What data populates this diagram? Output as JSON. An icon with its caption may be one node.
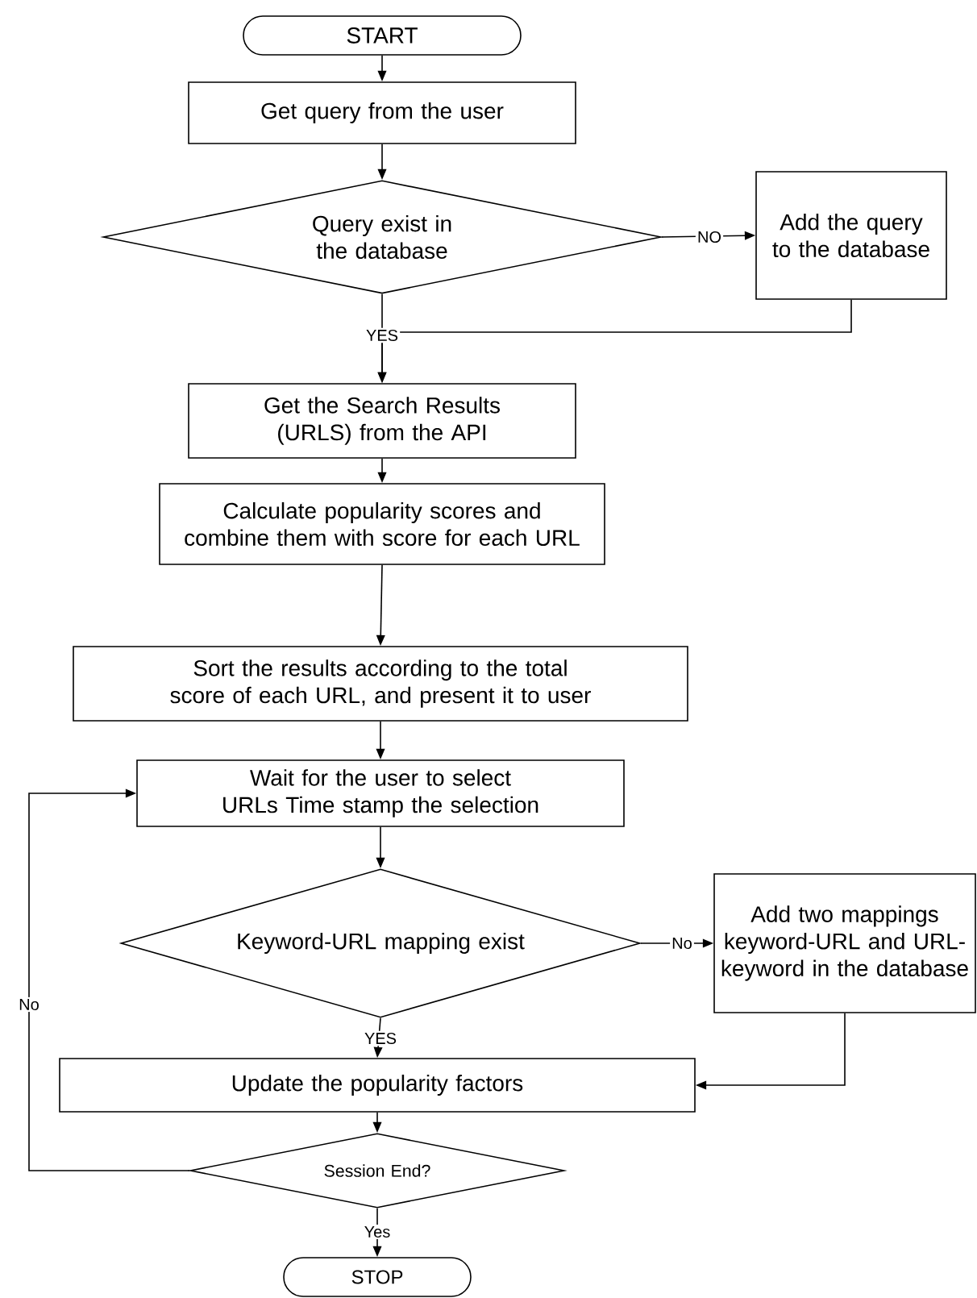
{
  "diagram": {
    "nodes": [
      {
        "text": [
          "START"
        ]
      },
      {
        "text": [
          "Get query from the user"
        ]
      },
      {
        "text": [
          "Query exist in the database"
        ]
      },
      {
        "text": [
          "Add the query to the database"
        ]
      },
      {
        "text": [
          "Get the Search Results (URLS) from the API"
        ]
      },
      {
        "text": [
          "Calculate popularity scores and combine them with score for each URL"
        ]
      },
      {
        "text": [
          "Sort the results according to the total score of each URL, and present it to user"
        ]
      },
      {
        "text": [
          "Wait for the user to select URLs Time stamp the selection"
        ]
      },
      {
        "text": [
          "Keyword-URL mapping exist"
        ]
      },
      {
        "text": [
          "Add two mappings keyword-URL and URL-keyword in the database"
        ]
      },
      {
        "text": [
          "Update the popularity factors"
        ]
      },
      {
        "text": [
          "Session End?"
        ]
      },
      {
        "text": [
          "STOP"
        ]
      }
    ],
    "edges": [
      {
        "from": 0,
        "to": 1,
        "arrow": "to"
      },
      {
        "from": 1,
        "to": 2,
        "arrow": "to"
      },
      {
        "from": 2,
        "to": 3,
        "arrow": "to",
        "label": "NO"
      },
      {
        "from": 2,
        "to": 4,
        "arrow": "to",
        "label": "YES"
      },
      {
        "from": 3,
        "to": 4,
        "arrow": "to"
      },
      {
        "from": 4,
        "to": 5,
        "arrow": "to"
      },
      {
        "from": 5,
        "to": 6,
        "arrow": "to"
      },
      {
        "from": 6,
        "to": 7,
        "arrow": "to"
      },
      {
        "from": 7,
        "to": 8,
        "arrow": "to"
      },
      {
        "from": 8,
        "to": 9,
        "arrow": "to",
        "label": "No"
      },
      {
        "from": 8,
        "to": 10,
        "arrow": "to",
        "label": "YES"
      },
      {
        "from": 9,
        "to": 10,
        "arrow": "to"
      },
      {
        "from": 10,
        "to": 11,
        "arrow": "to"
      },
      {
        "from": 11,
        "to": 12,
        "arrow": "to",
        "label": "Yes"
      },
      {
        "from": 11,
        "to": 7,
        "arrow": "to",
        "label": "No"
      }
    ]
  }
}
